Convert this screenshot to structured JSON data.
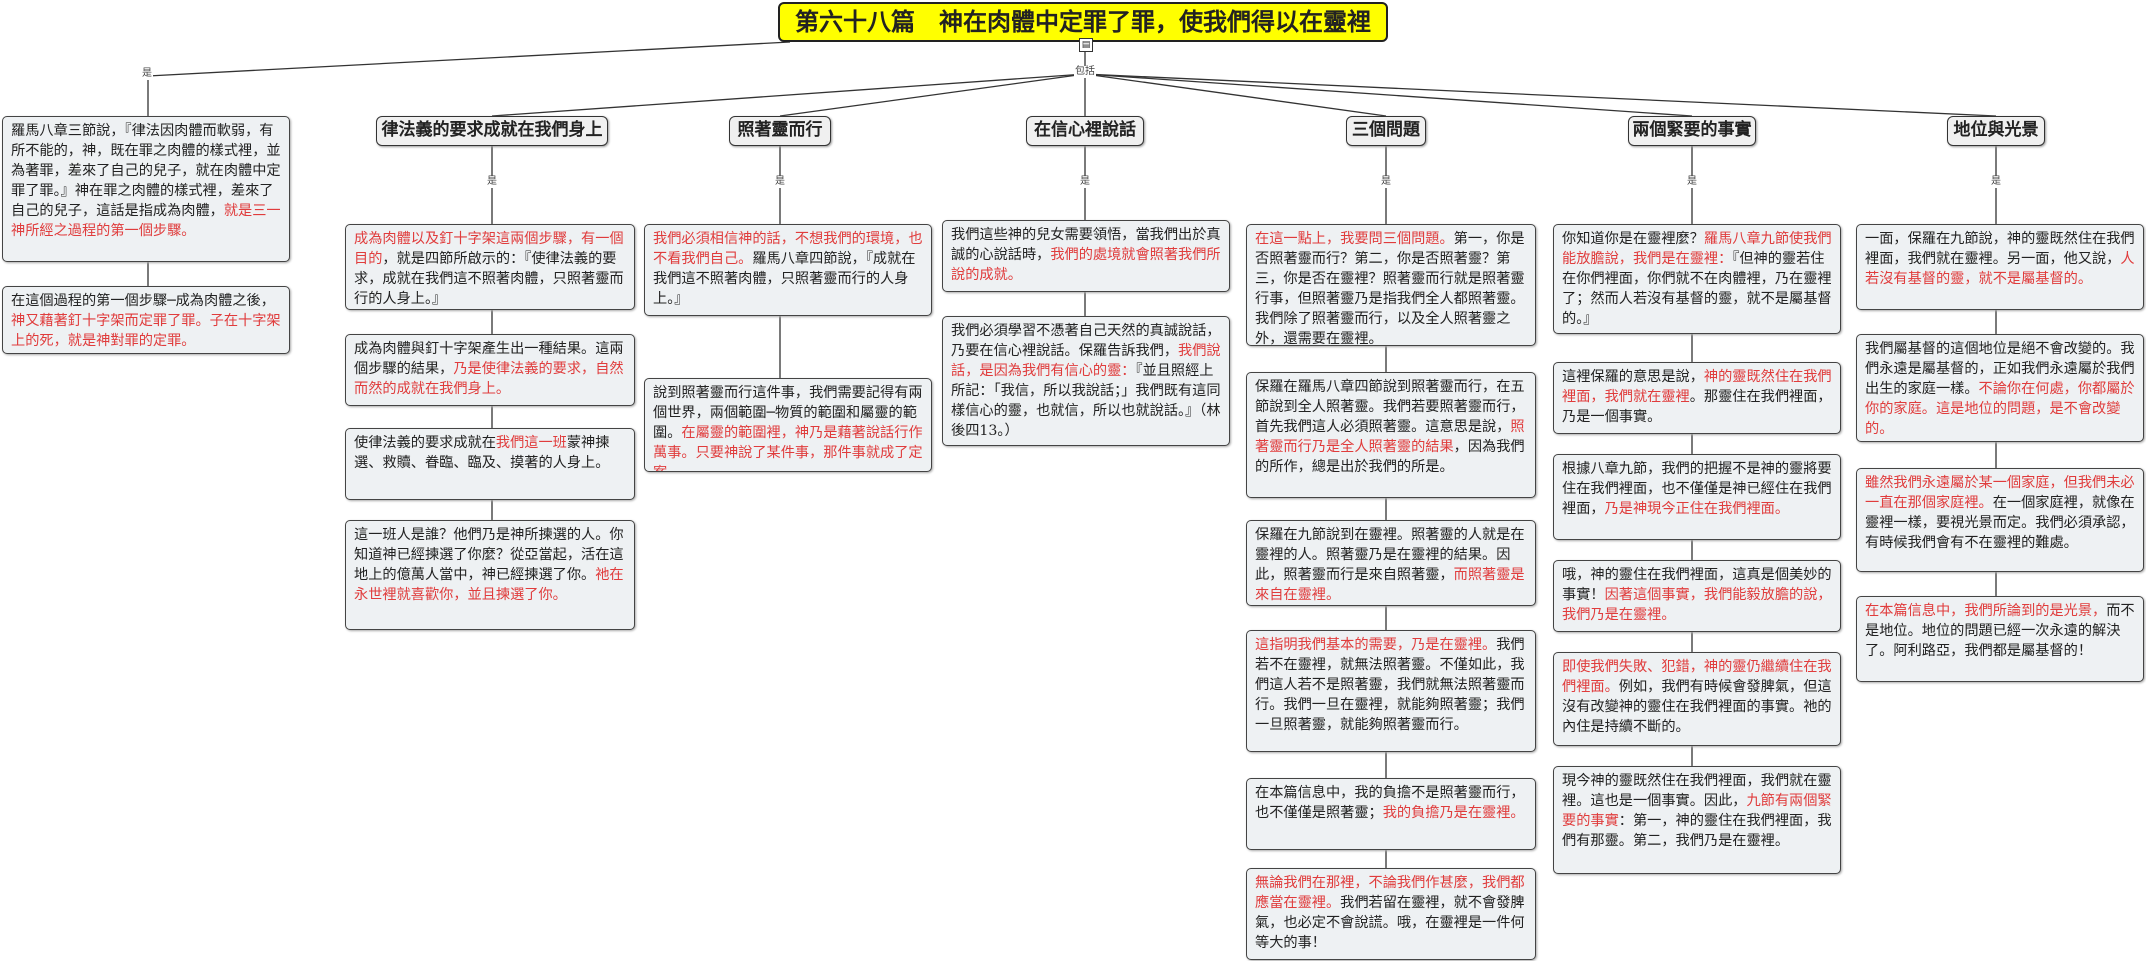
{
  "root": {
    "title": "第六十八篇　神在肉體中定罪了罪，使我們得以在靈裡",
    "icon": "note-icon"
  },
  "edge_labels": {
    "is": "是",
    "includes": "包括"
  },
  "left": {
    "cards": [
      [
        {
          "t": "羅馬八章三節說，『律法因肉體而軟弱，有所不能的，神，既在罪之肉體的樣式裡，並為著罪，差來了自己的兒子，就在肉體中定罪了罪。』神在罪之肉體的樣式裡，差來了自己的兒子，這話是指成為肉體，"
        },
        {
          "t": "就是三一神所經之過程的第一個步驟。",
          "hl": true
        }
      ],
      [
        {
          "t": "在這個過程的第一個步驟─成為肉體之後，"
        },
        {
          "t": "神又藉著釘十字架而定罪了罪。子在十字架上的死，就是神對罪的定罪。",
          "hl": true
        }
      ]
    ]
  },
  "columns": [
    {
      "header": "律法義的要求成就在我們身上",
      "cards": [
        [
          {
            "t": "成為肉體以及釘十字架這兩個步驟，有一個目的",
            "hl": true
          },
          {
            "t": "，就是四節所啟示的：『使律法義的要求，成就在我們這不照著肉體，只照著靈而行的人身上。』"
          }
        ],
        [
          {
            "t": "成為肉體與釘十字架產生出一種結果。這兩個步驟的結果，"
          },
          {
            "t": "乃是使律法義的要求，自然而然的成就在我們身上。",
            "hl": true
          }
        ],
        [
          {
            "t": "使律法義的要求成就在"
          },
          {
            "t": "我們這一班",
            "hl": true
          },
          {
            "t": "蒙神揀選、救贖、眷臨、臨及、摸著的人身上。"
          }
        ],
        [
          {
            "t": "這一班人是誰？他們乃是神所揀選的人。你知道神已經揀選了你麼？從亞當起，活在這地上的億萬人當中，神已經揀選了你。"
          },
          {
            "t": "祂在永世裡就喜歡你，並且揀選了你。",
            "hl": true
          }
        ]
      ]
    },
    {
      "header": "照著靈而行",
      "cards": [
        [
          {
            "t": "我們必須相信神的話，不想我們的環境，也不看我們自己。",
            "hl": true
          },
          {
            "t": "羅馬八章四節說，『成就在我們這不照著肉體，只照著靈而行的人身上。』"
          }
        ],
        [
          {
            "t": "說到照著靈而行這件事，我們需要記得有兩個世界，兩個範圍─物質的範圍和屬靈的範圍。"
          },
          {
            "t": "在屬靈的範圍裡，神乃是藉著說話行作萬事。只要神說了某件事，那件事就成了定案。",
            "hl": true
          }
        ]
      ]
    },
    {
      "header": "在信心裡說話",
      "cards": [
        [
          {
            "t": "我們這些神的兒女需要領悟，當我們出於真誠的心說話時，"
          },
          {
            "t": "我們的處境就會照著我們所說的成就。",
            "hl": true
          }
        ],
        [
          {
            "t": "我們必須學習不憑著自己天然的真誠說話，乃要在信心裡說話。保羅告訴我們，"
          },
          {
            "t": "我們說話，是因為我們有信心的靈：",
            "hl": true
          },
          {
            "t": "『並且照經上所記：「我信，所以我說話；」我們既有這同樣信心的靈，也就信，所以也就說話。』（林後四13。）"
          }
        ]
      ]
    },
    {
      "header": "三個問題",
      "cards": [
        [
          {
            "t": "在這一點上，我要問三個問題。",
            "hl": true
          },
          {
            "t": "第一，你是否照著靈而行？第二，你是否照著靈？第三，你是否在靈裡？照著靈而行就是照著靈行事，但照著靈乃是指我們全人都照著靈。我們除了照著靈而行，以及全人照著靈之外，還需要在靈裡。"
          }
        ],
        [
          {
            "t": "保羅在羅馬八章四節說到照著靈而行，在五節說到全人照著靈。我們若要照著靈而行，首先我們這人必須照著靈。這意思是說，"
          },
          {
            "t": "照著靈而行乃是全人照著靈的結果",
            "hl": true
          },
          {
            "t": "，因為我們的所作，總是出於我們的所是。"
          }
        ],
        [
          {
            "t": "保羅在九節說到在靈裡。照著靈的人就是在靈裡的人。照著靈乃是在靈裡的結果。因此，照著靈而行是來自照著靈，"
          },
          {
            "t": "而照著靈是來自在靈裡。",
            "hl": true
          }
        ],
        [
          {
            "t": "這指明我們基本的需要，乃是在靈裡。",
            "hl": true
          },
          {
            "t": "我們若不在靈裡，就無法照著靈。不僅如此，我們這人若不是照著靈，我們就無法照著靈而行。我們一旦在靈裡，就能夠照著靈；我們一旦照著靈，就能夠照著靈而行。"
          }
        ],
        [
          {
            "t": "在本篇信息中，我的負擔不是照著靈而行，也不僅僅是照著靈；"
          },
          {
            "t": "我的負擔乃是在靈裡。",
            "hl": true
          }
        ],
        [
          {
            "t": "無論我們在那裡，不論我們作甚麼，我們都應當在靈裡。",
            "hl": true
          },
          {
            "t": "我們若留在靈裡，就不會發脾氣，也必定不會說謊。哦，在靈裡是一件何等大的事！"
          }
        ]
      ]
    },
    {
      "header": "兩個緊要的事實",
      "cards": [
        [
          {
            "t": "你知道你是在靈裡麼？"
          },
          {
            "t": "羅馬八章九節使我們能放膽說，我們是在靈裡：",
            "hl": true
          },
          {
            "t": "『但神的靈若住在你們裡面，你們就不在肉體裡，乃在靈裡了；然而人若沒有基督的靈，就不是屬基督的。』"
          }
        ],
        [
          {
            "t": "這裡保羅的意思是說，"
          },
          {
            "t": "神的靈既然住在我們裡面，我們就在靈裡",
            "hl": true
          },
          {
            "t": "。那靈住在我們裡面，乃是一個事實。"
          }
        ],
        [
          {
            "t": "根據八章九節，我們的把握不是神的靈將要住在我們裡面，也不僅僅是神已經住在我們裡面，"
          },
          {
            "t": "乃是神現今正住在我們裡面。",
            "hl": true
          }
        ],
        [
          {
            "t": "哦，神的靈住在我們裡面，這真是個美妙的事實！"
          },
          {
            "t": "因著這個事實，我們能毅放膽的說，我們乃是在靈裡。",
            "hl": true
          }
        ],
        [
          {
            "t": "即使我們失敗、犯錯，神的靈仍繼續住在我們裡面。",
            "hl": true
          },
          {
            "t": "例如，我們有時候會發脾氣，但這沒有改變神的靈住在我們裡面的事實。祂的內住是持續不斷的。"
          }
        ],
        [
          {
            "t": "現今神的靈既然住在我們裡面，我們就在靈裡。這也是一個事實。因此，"
          },
          {
            "t": "九節有兩個緊要的事實",
            "hl": true
          },
          {
            "t": "：第一，神的靈住在我們裡面，我們有那靈。第二，我們乃是在靈裡。"
          }
        ]
      ]
    },
    {
      "header": "地位與光景",
      "cards": [
        [
          {
            "t": "一面，保羅在九節說，神的靈既然住在我們裡面，我們就在靈裡。另一面，他又說，"
          },
          {
            "t": "人若沒有基督的靈，就不是屬基督的。",
            "hl": true
          }
        ],
        [
          {
            "t": "我們屬基督的這個地位是絕不會改變的。我們永遠是屬基督的，正如我們永遠屬於我們出生的家庭一樣。"
          },
          {
            "t": "不論你在何處，你都屬於你的家庭。這是地位的問題，是不會改變的。",
            "hl": true
          }
        ],
        [
          {
            "t": "雖然我們永遠屬於某一個家庭，但我們未必一直在那個家庭裡。",
            "hl": true
          },
          {
            "t": "在一個家庭裡，就像在靈裡一樣，要視光景而定。我們必須承認，有時候我們會有不在靈裡的難處。"
          }
        ],
        [
          {
            "t": "在本篇信息中，我們所論到的是光景，",
            "hl": true
          },
          {
            "t": "而不是地位。地位的問題已經一次永遠的解決了。阿利路亞，我們都是屬基督的！"
          }
        ]
      ]
    }
  ]
}
